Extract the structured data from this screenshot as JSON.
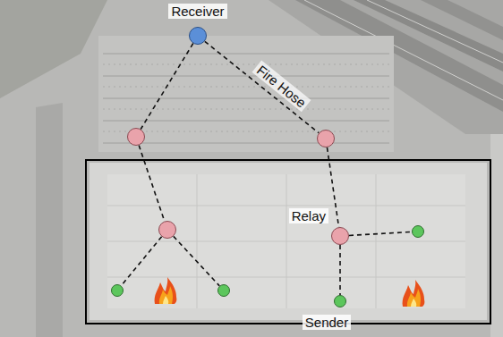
{
  "diagram": {
    "nodes": [
      {
        "text": [
          "Receiver"
        ]
      },
      {
        "text": []
      },
      {
        "text": []
      },
      {
        "text": []
      },
      {
        "text": [
          "Relay"
        ]
      },
      {
        "text": []
      },
      {
        "text": []
      },
      {
        "text": []
      },
      {
        "text": [
          "Sender"
        ]
      }
    ],
    "edges": [
      {
        "from": 0,
        "to": 1,
        "arrow": "none"
      },
      {
        "from": 0,
        "to": 2,
        "label": "Fire Hose",
        "arrow": "none"
      },
      {
        "from": 1,
        "to": 3,
        "arrow": "none"
      },
      {
        "from": 3,
        "to": 6,
        "arrow": "none"
      },
      {
        "from": 3,
        "to": 7,
        "arrow": "none"
      },
      {
        "from": 2,
        "to": 4,
        "arrow": "none"
      },
      {
        "from": 4,
        "to": 5,
        "arrow": "none"
      },
      {
        "from": 4,
        "to": 8,
        "arrow": "none"
      }
    ]
  }
}
